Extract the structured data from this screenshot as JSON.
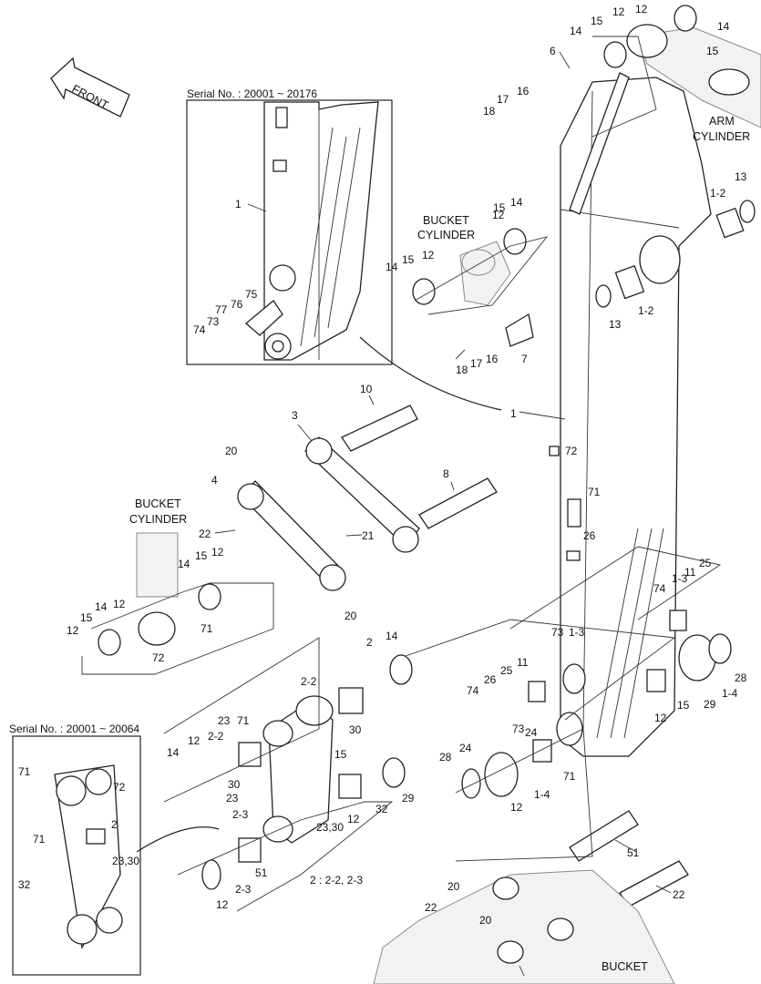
{
  "captions": {
    "front": "FRONT",
    "serial_top": "Serial No. : 20001 ~ 20176",
    "serial_bottom": "Serial No. : 20001 ~ 20064",
    "arm_cylinder_1": "ARM",
    "arm_cylinder_2": "CYLINDER",
    "bucket_cyl_top_1": "BUCKET",
    "bucket_cyl_top_2": "CYLINDER",
    "bucket_cyl_left_1": "BUCKET",
    "bucket_cyl_left_2": "CYLINDER",
    "bucket": "BUCKET",
    "note": "2 : 2-2, 2-3"
  },
  "labels": [
    "12",
    "15",
    "14",
    "12",
    "14",
    "15",
    "6",
    "16",
    "17",
    "18",
    "1",
    "77",
    "76",
    "75",
    "74",
    "73",
    "13",
    "1-2",
    "13",
    "1-2",
    "12",
    "15",
    "14",
    "12",
    "15",
    "14",
    "18",
    "17",
    "16",
    "7",
    "10",
    "3",
    "1",
    "20",
    "4",
    "8",
    "22",
    "21",
    "20",
    "14",
    "15",
    "12",
    "14",
    "12",
    "15",
    "12",
    "71",
    "72",
    "72",
    "71",
    "26",
    "25",
    "11",
    "1-3",
    "74",
    "73",
    "1-3",
    "11",
    "25",
    "26",
    "74",
    "73",
    "24",
    "28",
    "29",
    "1-4",
    "12",
    "15",
    "14",
    "2",
    "2-2",
    "30",
    "23",
    "71",
    "15",
    "14",
    "12",
    "2-2",
    "30",
    "23",
    "2-3",
    "12",
    "32",
    "29",
    "24",
    "28",
    "12",
    "1-4",
    "71",
    "23,30",
    "71",
    "72",
    "2",
    "71",
    "23,30",
    "32",
    "12",
    "2-3",
    "51",
    "51",
    "22",
    "20",
    "22",
    "20"
  ]
}
